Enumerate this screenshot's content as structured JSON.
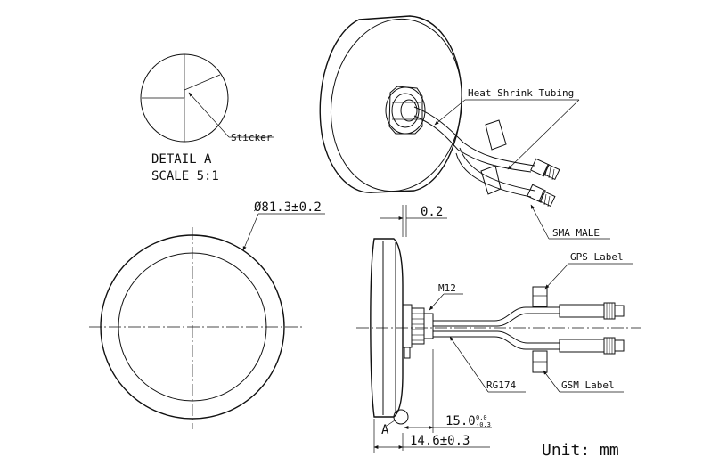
{
  "detail": {
    "sticker": "Sticker",
    "title": "DETAIL A",
    "scale": "SCALE 5:1"
  },
  "iso": {
    "heat_shrink": "Heat Shrink Tubing",
    "sma_male": "SMA MALE"
  },
  "front": {
    "diameter": "Ø81.3±0.2"
  },
  "side": {
    "dim_top": "0.2",
    "m12": "M12",
    "gps_label": "GPS Label",
    "rg174": "RG174",
    "gsm_label": "GSM Label",
    "detail_marker": "A",
    "dim_15": "15.0",
    "dim_15_tol_upper": "0.0",
    "dim_15_tol_lower": "-0.3",
    "dim_146": "14.6±0.3"
  },
  "unit": "Unit:  mm"
}
